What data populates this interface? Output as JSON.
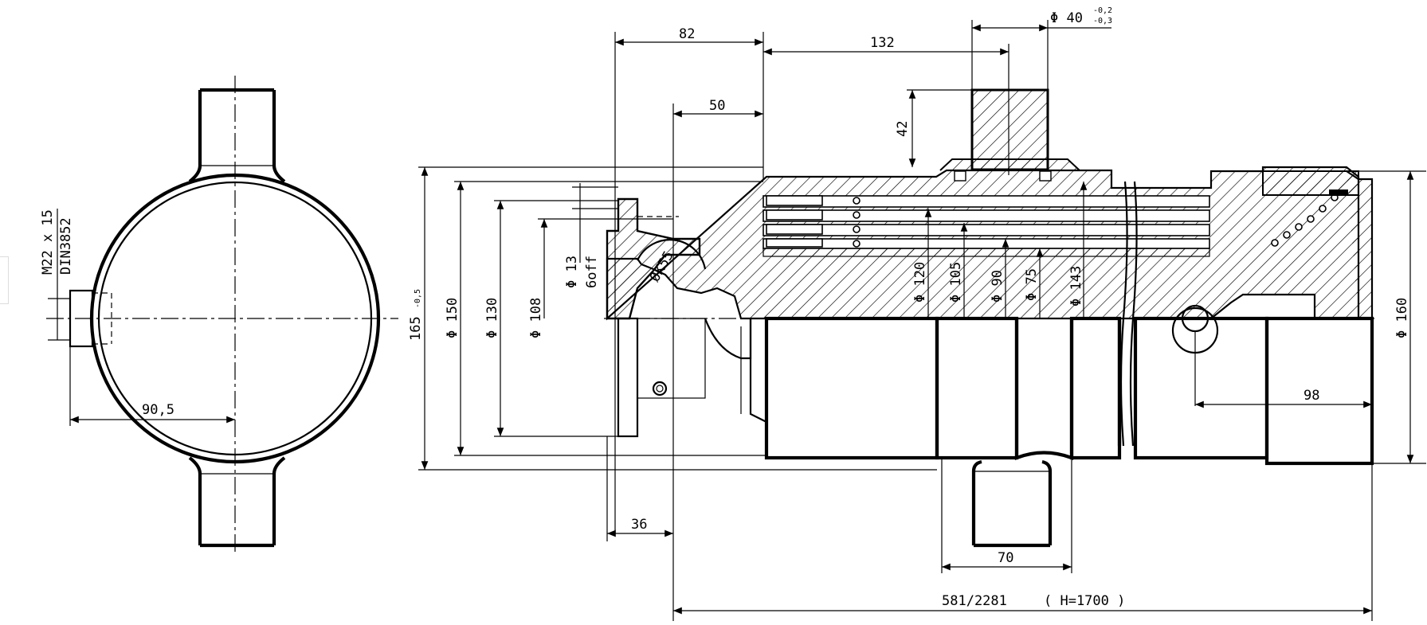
{
  "drawing": {
    "front_view": {
      "port_thread": "M22 x 15",
      "port_standard": "DIN3852",
      "port_offset": "90,5"
    },
    "section_view": {
      "dim_82": "82",
      "dim_132": "132",
      "dim_50": "50",
      "dim_42": "42",
      "trunnion_diameter": "Φ 40",
      "trunnion_tol_upper": "-0,2",
      "trunnion_tol_lower": "-0,3",
      "dia_165": "165",
      "dia_165_tol": "-0,5",
      "dia_150": "Φ 150",
      "dia_130": "Φ 130",
      "dia_108": "Φ 108",
      "dia_13": "Φ 13",
      "holes": "6off",
      "ball": "ØK55",
      "dia_120": "Φ 120",
      "dia_105": "Φ 105",
      "dia_90": "Φ 90",
      "dia_75": "Φ 75",
      "dia_143": "Φ 143",
      "dia_160": "Φ 160",
      "dim_98": "98",
      "dim_36": "36",
      "dim_70": "70",
      "stroke_length": "581/2281",
      "stroke_height": "( H=1700 )"
    }
  }
}
